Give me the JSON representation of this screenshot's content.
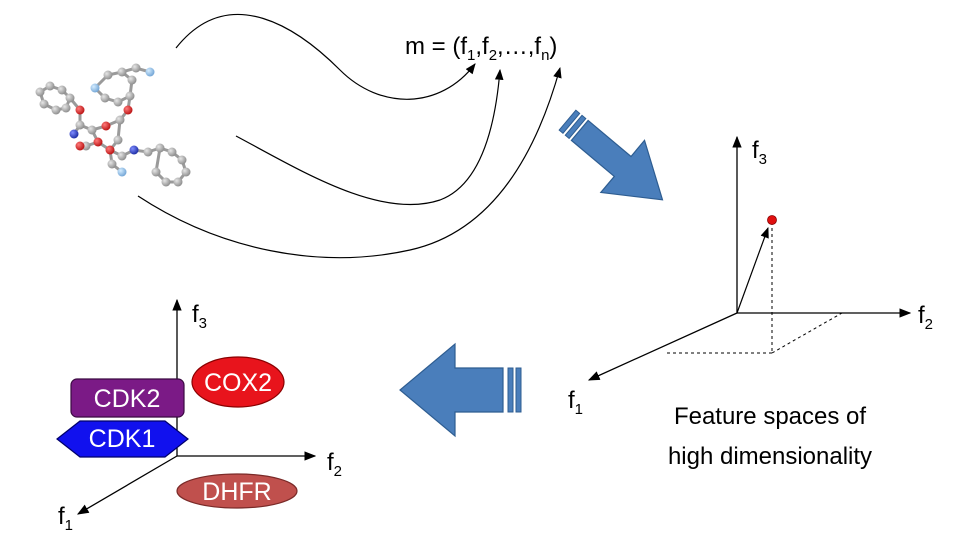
{
  "formula": {
    "prefix": "m = (f",
    "sub1": "1",
    "sep1": ",f",
    "sub2": "2",
    "ellipsis": ",…,f",
    "subn": "n",
    "close": ")"
  },
  "feature_space": {
    "axis_base": "f",
    "x_sub": "2",
    "y_sub": "3",
    "z_sub": "1",
    "caption_line1": "Feature spaces of",
    "caption_line2": "high dimensionality"
  },
  "target_space": {
    "axis_base": "f",
    "x_sub": "2",
    "y_sub": "3",
    "z_sub": "1",
    "targets": {
      "cox2": {
        "label": "COX2",
        "color": "#e8141c"
      },
      "cdk2": {
        "label": "CDK2",
        "color": "#7b1a86"
      },
      "cdk1": {
        "label": "CDK1",
        "color": "#1111ee"
      },
      "dhfr": {
        "label": "DHFR",
        "color": "#c0504d"
      }
    }
  },
  "colors": {
    "arrow_fill": "#4a7ebb",
    "arrow_stroke": "#2e5d91",
    "point": "#e01010",
    "atom_carbon": "#9a9a9a",
    "atom_oxygen": "#d01818",
    "atom_nitrogen": "#2233cc",
    "atom_fluorine": "#7fb2dd"
  }
}
